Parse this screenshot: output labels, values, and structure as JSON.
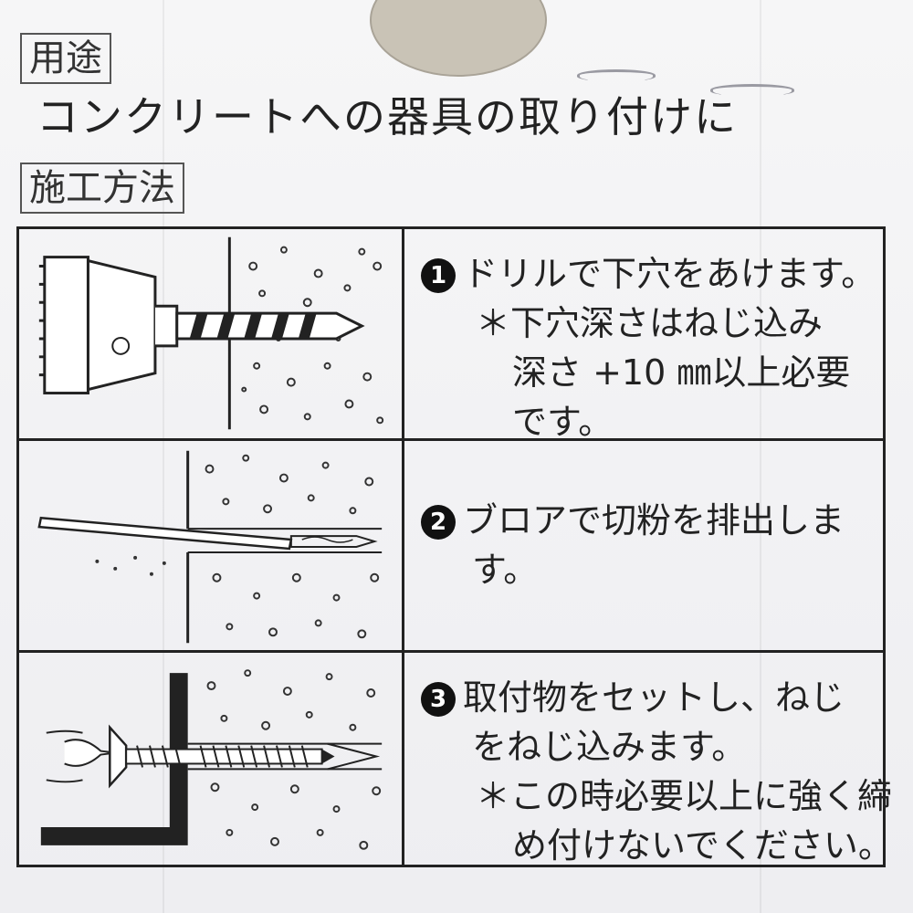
{
  "usage": {
    "label": "用途",
    "text": "コンクリートへの器具の取り付けに"
  },
  "method": {
    "label": "施工方法",
    "steps": [
      {
        "number": "1",
        "lines": [
          "ドリルで下穴をあけます。",
          "＊下穴深さはねじ込み",
          "深さ +10 ㎜以上必要",
          "です。"
        ]
      },
      {
        "number": "2",
        "lines": [
          "ブロアで切粉を排出しま",
          "す。"
        ]
      },
      {
        "number": "3",
        "lines": [
          "取付物をセットし、ねじ",
          "をねじ込みます。",
          "＊この時必要以上に強く締",
          "め付けないでください。"
        ]
      }
    ]
  },
  "icons": [
    "drill-illustration-icon",
    "blower-illustration-icon",
    "screw-fixing-illustration-icon"
  ]
}
